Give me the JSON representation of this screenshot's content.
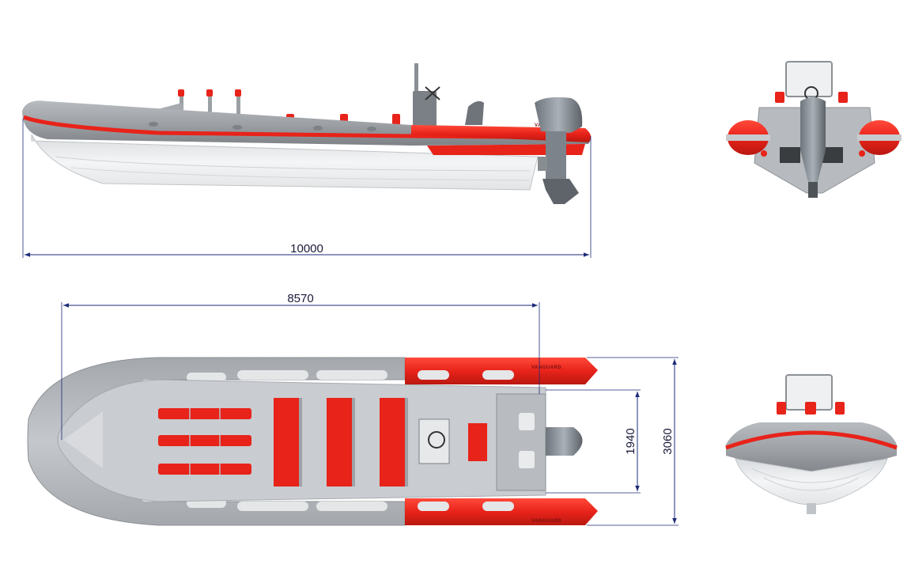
{
  "dimensions": {
    "overall_length": "10000",
    "inner_length": "8570",
    "inner_beam": "1940",
    "overall_beam": "3060"
  },
  "brand": {
    "hull_marking": "VANGUARD"
  },
  "colors": {
    "tube_grey": "#9a9ea3",
    "accent_red": "#e8231a",
    "hull_white": "#eceeef",
    "deck_grey": "#c9ccd0",
    "dimension_blue": "#1e2a78"
  },
  "views": [
    "side-view",
    "top-view",
    "rear-view",
    "front-view"
  ]
}
